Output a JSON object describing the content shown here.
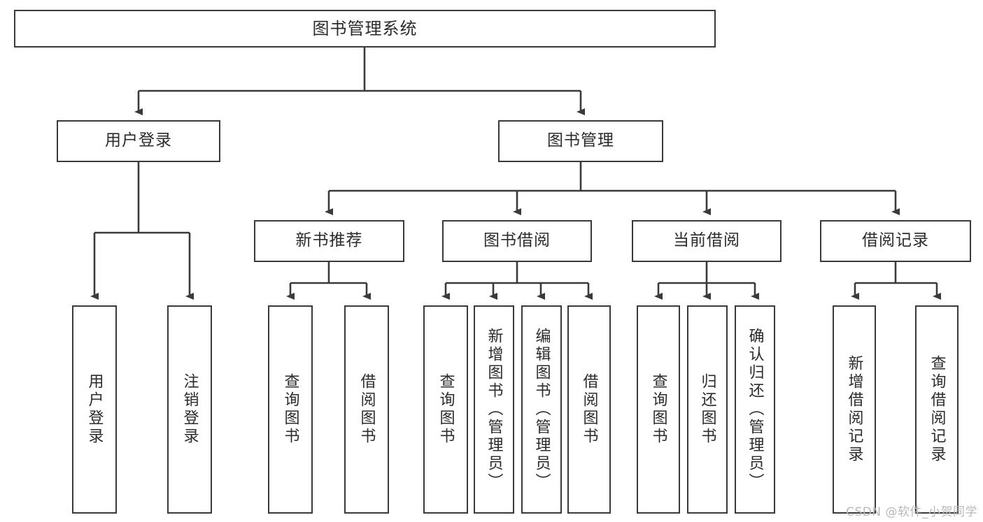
{
  "diagram": {
    "title": "图书管理系统",
    "type": "tree",
    "watermark": "CSDN @软件_小贺同学",
    "colors": {
      "box_border": "#3a3a3a",
      "box_fill": "#ffffff",
      "connector": "#3a3a3a",
      "text": "#2b2b2b",
      "watermark": "#b9b9b9",
      "background": "#ffffff"
    },
    "root": {
      "label": "图书管理系统"
    },
    "level2": [
      {
        "label": "用户登录"
      },
      {
        "label": "图书管理"
      }
    ],
    "level3": [
      {
        "label": "新书推荐"
      },
      {
        "label": "图书借阅"
      },
      {
        "label": "当前借阅"
      },
      {
        "label": "借阅记录"
      }
    ],
    "leaves": {
      "user_login": [
        {
          "label": "用户登录"
        },
        {
          "label": "注销登录"
        }
      ],
      "new_book_recommend": [
        {
          "label": "查询图书"
        },
        {
          "label": "借阅图书"
        }
      ],
      "book_borrow": [
        {
          "label": "查询图书"
        },
        {
          "label": "新增图书（管理员）"
        },
        {
          "label": "编辑图书（管理员）"
        },
        {
          "label": "借阅图书"
        }
      ],
      "current_borrow": [
        {
          "label": "查询图书"
        },
        {
          "label": "归还图书"
        },
        {
          "label": "确认归还（管理员）"
        }
      ],
      "borrow_record": [
        {
          "label": "新增借阅记录"
        },
        {
          "label": "查询借阅记录"
        }
      ]
    }
  }
}
